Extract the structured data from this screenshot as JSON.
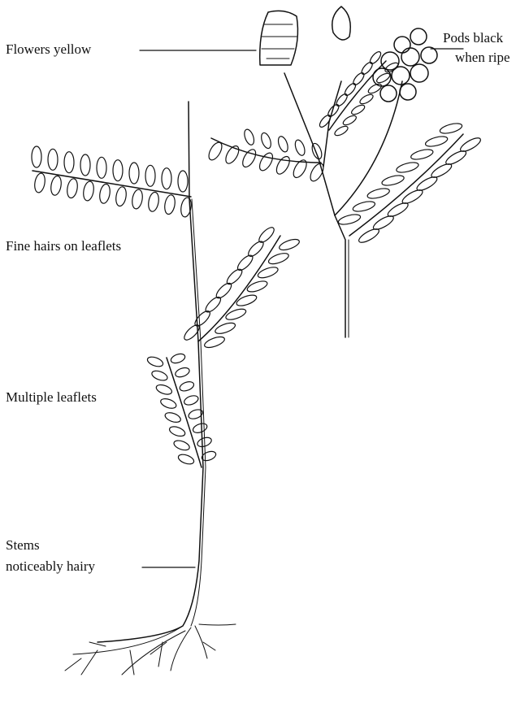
{
  "labels": {
    "flowers": "Flowers yellow",
    "pods_line1": "Pods black",
    "pods_line2": "when ripe",
    "hairs": "Fine hairs on leaflets",
    "leaflets": "Multiple leaflets",
    "stems_line1": "Stems",
    "stems_line2": "noticeably hairy"
  },
  "colors": {
    "ink": "#111111",
    "paper": "#ffffff"
  }
}
